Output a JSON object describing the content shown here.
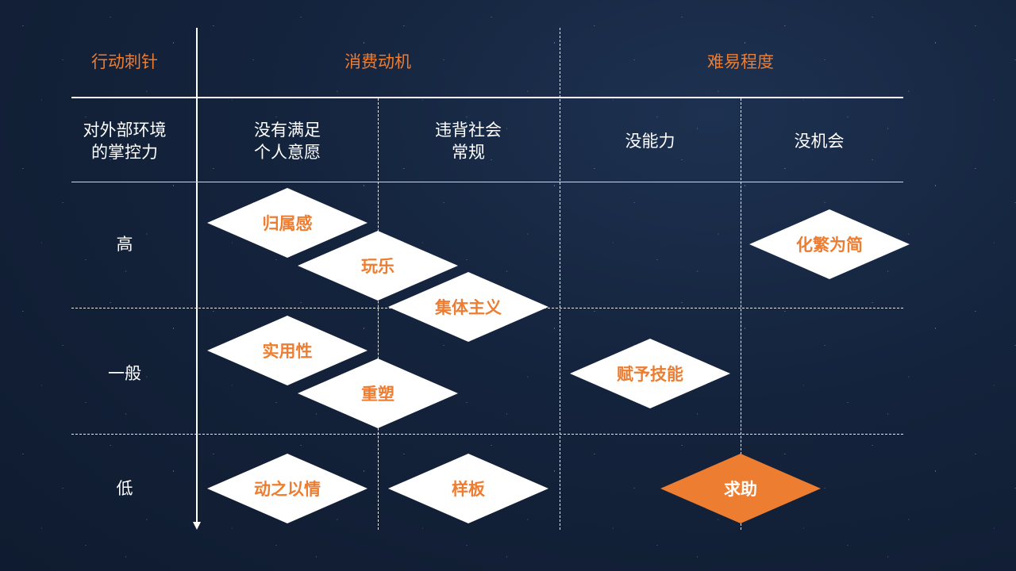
{
  "header": {
    "corner": "行动刺针",
    "group1": "消费动机",
    "group2": "难易程度"
  },
  "columns": {
    "row_header": "对外部环境\n的掌控力",
    "row_header_lines": [
      "对外部环境",
      "的掌控力"
    ],
    "c1_lines": [
      "没有满足",
      "个人意愿"
    ],
    "c2_lines": [
      "违背社会",
      "常规"
    ],
    "c3": "没能力",
    "c4": "没机会"
  },
  "rows": [
    "高",
    "一般",
    "低"
  ],
  "diamonds": [
    {
      "label": "归属感",
      "row": "高",
      "column": "没有满足个人意愿"
    },
    {
      "label": "玩乐",
      "row": "高",
      "column": "没有满足个人意愿/违背社会常规"
    },
    {
      "label": "集体主义",
      "row": "高",
      "column": "违背社会常规"
    },
    {
      "label": "化繁为简",
      "row": "高",
      "column": "没机会"
    },
    {
      "label": "实用性",
      "row": "一般",
      "column": "没有满足个人意愿"
    },
    {
      "label": "重塑",
      "row": "一般",
      "column": "没有满足个人意愿/违背社会常规"
    },
    {
      "label": "赋予技能",
      "row": "一般",
      "column": "没能力"
    },
    {
      "label": "动之以情",
      "row": "低",
      "column": "没有满足个人意愿"
    },
    {
      "label": "样板",
      "row": "低",
      "column": "违背社会常规"
    },
    {
      "label": "求助",
      "row": "低",
      "column": "没能力/没机会",
      "highlighted": true
    }
  ],
  "colors": {
    "accent": "#ed7d31",
    "diamond": "#ffffff",
    "background": "#14233c"
  }
}
